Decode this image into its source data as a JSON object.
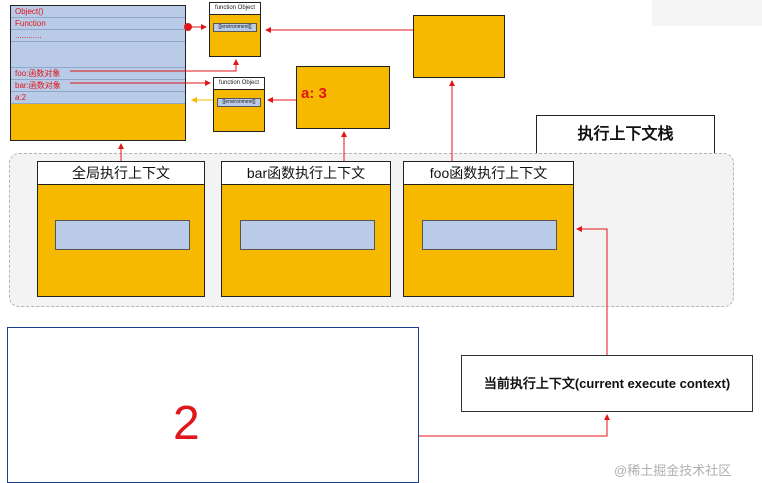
{
  "global_object": {
    "rows": [
      "Object()",
      "Function",
      "............",
      "",
      "foo:函数对象",
      "bar:函数对象",
      "a:2"
    ]
  },
  "function_objects": [
    {
      "title": "function Object",
      "env": "[[environment]]"
    },
    {
      "title": "function Object",
      "env": "[[environment]]"
    }
  ],
  "bar_context_value": "a: 3",
  "stack": {
    "label": "执行上下文栈",
    "contexts": [
      {
        "title": "全局执行上下文"
      },
      {
        "title": "bar函数执行上下文"
      },
      {
        "title": "foo函数执行上下文"
      }
    ]
  },
  "code_box_text": "2",
  "current_context_label": "当前执行上下文(current  execute context)",
  "watermark": "@稀土掘金技术社区",
  "colors": {
    "accent_red": "#e0161b",
    "block_orange": "#f7b800",
    "inner_blue": "#b9cbe6"
  }
}
